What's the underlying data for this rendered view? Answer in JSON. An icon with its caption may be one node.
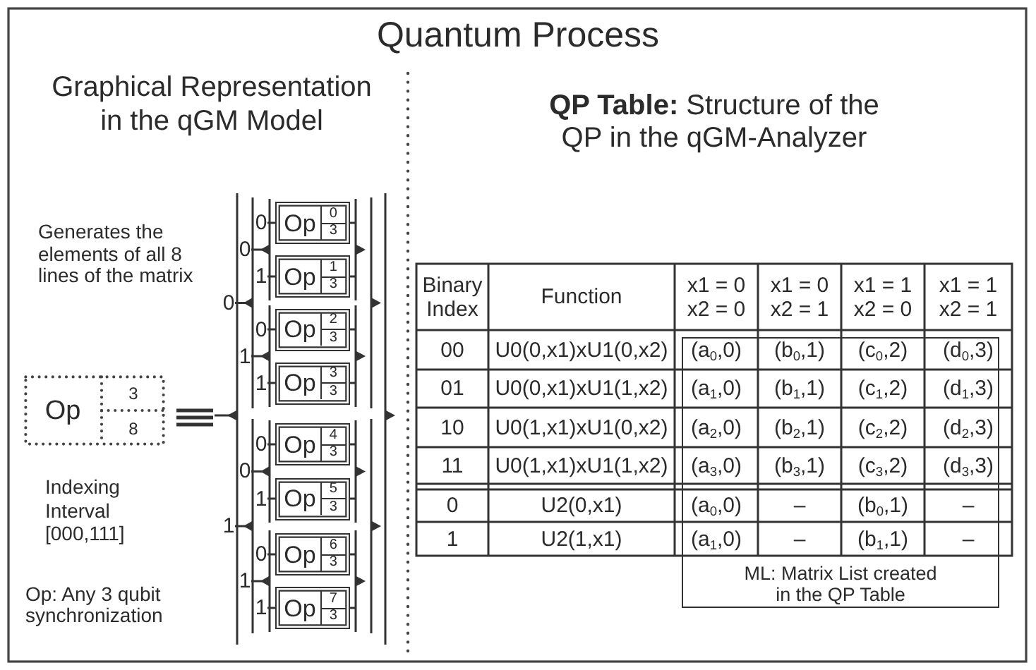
{
  "diagram": {
    "title": "Quantum Process",
    "nodes": [
      {
        "text": [
          "Op",
          "3",
          "8"
        ]
      },
      {
        "text": [
          "Op",
          "0",
          "3"
        ]
      },
      {
        "text": [
          "Op",
          "1",
          "3"
        ]
      },
      {
        "text": [
          "Op",
          "2",
          "3"
        ]
      },
      {
        "text": [
          "Op",
          "3",
          "3"
        ]
      },
      {
        "text": [
          "Op",
          "4",
          "3"
        ]
      },
      {
        "text": [
          "Op",
          "5",
          "3"
        ]
      },
      {
        "text": [
          "Op",
          "6",
          "3"
        ]
      },
      {
        "text": [
          "Op",
          "7",
          "3"
        ]
      },
      {
        "text": [
          "ML: Matrix List created in the QP Table"
        ]
      }
    ],
    "labels": [
      "Graphical Representation in the qGM Model",
      "**QP Table:** Structure of the QP in the qGM-Analyzer",
      "Generates the elements of all 8 lines of the matrix",
      "0",
      "0",
      "1",
      "0",
      "0",
      "1",
      "1",
      "0",
      "0",
      "1",
      "1",
      "0",
      "1",
      "1",
      "Indexing Interval [000,111]",
      "Op: Any 3 qubit synchronization",
      "Binary Index",
      "Function",
      "x1 = 0 x2 = 0",
      "x1 = 0 x2 = 1",
      "x1 = 1 x2 = 0",
      "x1 = 1 x2 = 1",
      "00",
      "U0(0,x1)xU1(0,x2)",
      "(a$_{0}$,0)",
      "(b$_{0}$,1)",
      "(c$_{0}$,2)",
      "(d$_{0}$,3)",
      "01",
      "U0(0,x1)xU1(1,x2)",
      "(a$_{1}$,0)",
      "(b$_{1}$,1)",
      "(c$_{1}$,2)",
      "(d$_{1}$,3)",
      "10",
      "U0(1,x1)xU1(0,x2)",
      "(a$_{2}$,0)",
      "(b$_{2}$,1)",
      "(c$_{2}$,2)",
      "(d$_{2}$,3)",
      "11",
      "U0(1,x1)xU1(1,x2)",
      "(a$_{3}$,0)",
      "(b$_{3}$,1)",
      "(c$_{3}$,2)",
      "(d$_{3}$,3)",
      "0",
      "U2(0,x1)",
      "(a$_{0}$,0)",
      "–",
      "(b$_{0}$,1)",
      "–",
      "1",
      "U2(1,x1)",
      "(a$_{1}$,0)",
      "–",
      "(b$_{1}$,1)",
      "–"
    ]
  }
}
